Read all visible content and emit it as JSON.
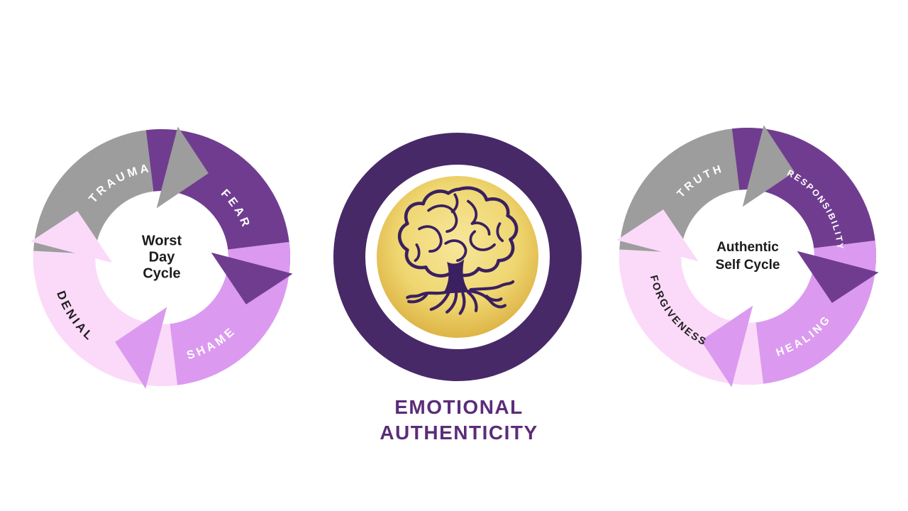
{
  "background_color": "#ffffff",
  "colors": {
    "gray": "#9D9D9D",
    "dark_purple": "#703C90",
    "light_purple": "#DB9AEF",
    "pale_pink": "#FBDAF9",
    "ring_purple": "#472968",
    "gold_center": "#F7E79C",
    "gold_mid": "#EFD670",
    "gold_edge": "#D5A432",
    "title_color": "#5B2D79",
    "cycle_center_text_color": "#1B1B1B",
    "brain_stroke": "#3A2060",
    "label_light": "#FFFFFF",
    "label_dark": "#1F1F1F"
  },
  "title": {
    "line1": "EMOTIONAL",
    "line2": "AUTHENTICITY"
  },
  "left_cycle": {
    "center_lines": [
      "Worst",
      "Day",
      "Cycle"
    ],
    "segments": [
      {
        "label": "TRAUMA",
        "color_key": "gray",
        "text_color": "#FFFFFF",
        "base": 0,
        "text": {
          "from": 288,
          "to": 374,
          "r": 122,
          "size": 16.5,
          "spacing": 4
        }
      },
      {
        "label": "FEAR",
        "color_key": "dark_purple",
        "text_color": "#FFFFFF",
        "base": 90,
        "text": {
          "from": 34,
          "to": 80,
          "r": 122,
          "size": 16.5,
          "spacing": 4
        }
      },
      {
        "label": "SHAME",
        "color_key": "light_purple",
        "text_color": "#FFFFFF",
        "base": 180,
        "text": {
          "from": 177,
          "to": 123,
          "r": 148,
          "size": 16.5,
          "spacing": 4
        }
      },
      {
        "label": "DENIAL",
        "color_key": "pale_pink",
        "text_color": "#1F1F1F",
        "base": 270,
        "text": {
          "from": 261,
          "to": 211,
          "r": 156,
          "size": 17,
          "spacing": 3.5
        }
      }
    ]
  },
  "right_cycle": {
    "center_lines": [
      "Authentic",
      "Self Cycle"
    ],
    "segments": [
      {
        "label": "TRUTH",
        "color_key": "gray",
        "text_color": "#FFFFFF",
        "base": 0,
        "text": {
          "from": 306,
          "to": 350,
          "r": 124,
          "size": 15.5,
          "spacing": 4
        }
      },
      {
        "label": "RESPONSIBILITY",
        "color_key": "dark_purple",
        "text_color": "#FFFFFF",
        "base": 90,
        "text": {
          "from": 20,
          "to": 92,
          "r": 127,
          "size": 12.5,
          "spacing": 2.2
        }
      },
      {
        "label": "HEALING",
        "color_key": "light_purple",
        "text_color": "#FFFFFF",
        "base": 180,
        "text": {
          "from": 172,
          "to": 118,
          "r": 147,
          "size": 15.5,
          "spacing": 3.5
        }
      },
      {
        "label": "FORGIVENESS",
        "color_key": "pale_pink",
        "text_color": "#1F1F1F",
        "base": 270,
        "text": {
          "from": 266,
          "to": 198,
          "r": 140,
          "size": 14.5,
          "spacing": 2.2
        }
      }
    ]
  },
  "geometry": {
    "band_outer": 181,
    "band_inner": 94,
    "head_inner": 70,
    "head_outer": 186,
    "head_tip": 136,
    "head_sweep": 29
  }
}
